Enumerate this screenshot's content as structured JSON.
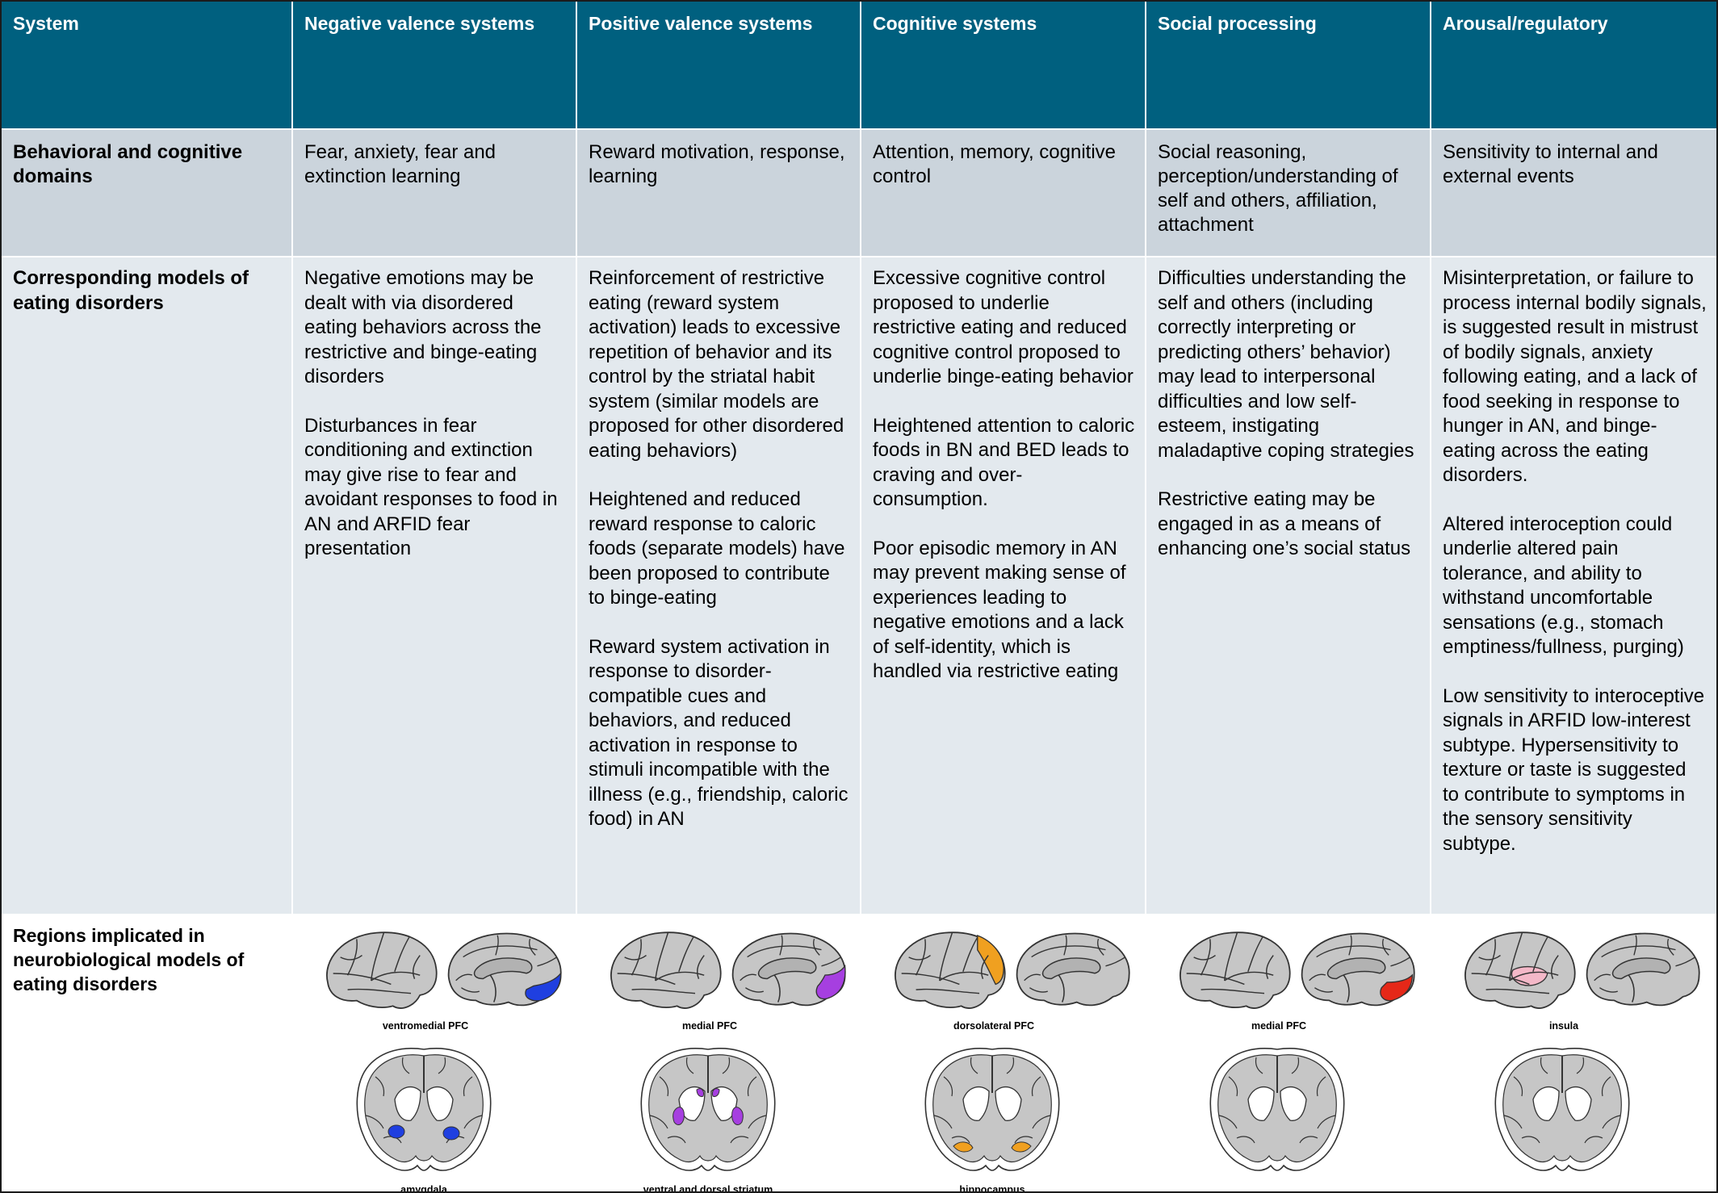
{
  "header": {
    "system": "System",
    "columns": [
      "Negative valence systems",
      "Positive valence systems",
      "Cognitive systems",
      "Social processing",
      "Arousal/regulatory"
    ]
  },
  "domains": {
    "label": "Behavioral and cognitive domains",
    "cells": [
      "Fear, anxiety, fear and extinction learning",
      "Reward motivation, response, learning",
      "Attention, memory, cognitive control",
      "Social reasoning, perception/understanding of self and others, affiliation, attachment",
      "Sensitivity to internal and external events"
    ]
  },
  "models": {
    "label": "Corresponding models of eating disorders",
    "cells": [
      {
        "paragraphs": [
          "Negative emotions may be dealt with via disordered eating behaviors across the restrictive and binge-eating disorders",
          "Disturbances in fear conditioning and extinction may give rise to fear and avoidant responses to food in AN and ARFID fear presentation"
        ]
      },
      {
        "paragraphs": [
          "Reinforcement of restrictive eating (reward system activation) leads to excessive repetition of behavior and its control by the striatal habit system (similar models are proposed for other disordered eating behaviors)",
          "Heightened and reduced reward response to caloric foods (separate models) have been proposed to contribute to binge-eating",
          "Reward system activation in response to disorder-compatible cues and behaviors, and reduced activation in response to stimuli incompatible with the illness (e.g., friendship, caloric food) in AN"
        ]
      },
      {
        "paragraphs": [
          "Excessive cognitive control proposed to underlie restrictive eating and reduced cognitive control proposed to underlie binge-eating behavior",
          "Heightened attention to caloric foods in BN and BED leads to craving and over-consumption.",
          "Poor episodic memory in AN may prevent making sense of experiences leading to negative emotions and a lack of self-identity, which is handled via restrictive eating"
        ]
      },
      {
        "paragraphs": [
          "Difficulties understanding the self and others (including correctly interpreting or predicting others’ behavior) may lead to interpersonal difficulties and low self-esteem, instigating maladaptive coping strategies",
          "Restrictive eating may be engaged in as a means of enhancing one’s social status"
        ]
      },
      {
        "paragraphs": [
          "Misinterpretation, or failure to process internal bodily signals, is suggested result in mistrust of bodily signals, anxiety following eating, and a lack of food seeking in response to hunger in AN, and binge-eating across the eating disorders.",
          "Altered interoception could underlie altered pain tolerance, and ability to withstand uncomfortable sensations (e.g., stomach emptiness/fullness, purging)",
          "Low sensitivity to interoceptive signals in ARFID low-interest subtype. Hypersensitivity to texture or taste is suggested to contribute to symptoms in the sensory sensitivity subtype."
        ]
      }
    ]
  },
  "regions": {
    "label": "Regions implicated in neurobiological models of eating disorders",
    "cells": [
      {
        "upper_label": "ventromedial PFC",
        "lower_label": "amygdala",
        "color": "#1f3fe0",
        "cortex_region": "vmpfc",
        "sub_region": "amygdala"
      },
      {
        "upper_label": "medial PFC",
        "lower_label": "ventral and dorsal striatum",
        "color": "#a63fe0",
        "cortex_region": "mpfc",
        "sub_region": "striatum"
      },
      {
        "upper_label": "dorsolateral PFC",
        "lower_label": "hippocampus",
        "color": "#f0a020",
        "cortex_region": "dlpfc",
        "sub_region": "hippocampus"
      },
      {
        "upper_label": "medial PFC",
        "lower_label": "",
        "color": "#e52818",
        "cortex_region": "mpfc-red",
        "sub_region": "none"
      },
      {
        "upper_label": "insula",
        "lower_label": "",
        "color": "#f4b8c8",
        "cortex_region": "insula",
        "sub_region": "none"
      }
    ]
  }
}
